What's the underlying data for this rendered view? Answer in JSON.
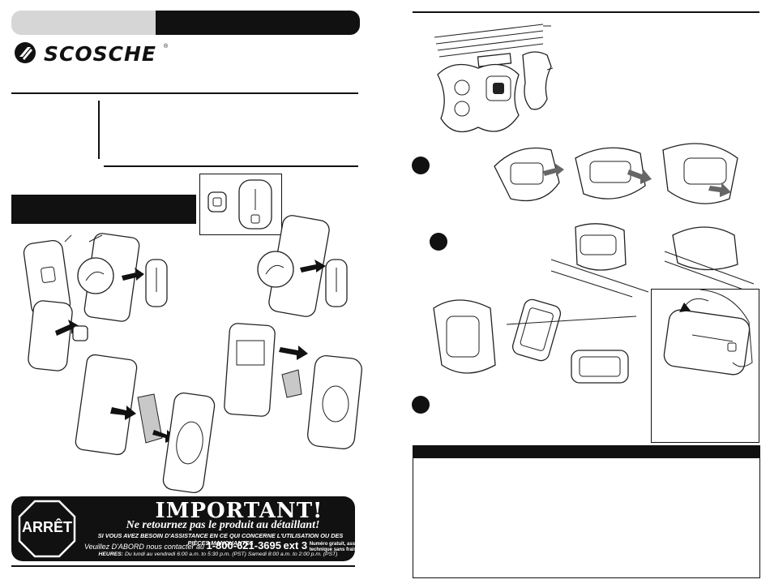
{
  "brand": {
    "name": "SCOSCHE",
    "trademark": "®"
  },
  "important": {
    "title": "IMPORTANT!",
    "stop_sign": "ARRÊT",
    "subtitle": "Ne retournez pas le produit au détaillant!",
    "line1": "SI VOUS AVEZ BESOIN D'ASSISTANCE EN CE QUI CONCERNE L'UTILISATION OU DES PIÈCES MANQUANTES",
    "contact_prefix": "Veuillez D'ABORD nous contacter au",
    "phone": "1-800-621-3695",
    "ext": "ext 3",
    "toll_free_1": "Numéro gratuit, assistance",
    "toll_free_2": "technique sans frais",
    "hours_label": "HEURES:",
    "hours": "Du lundi au vendredi  6:00 a.m. to 5:30 p.m. (PST)   Samedi  8:00 a.m. to 2:00 p.m. (PST)"
  },
  "colors": {
    "ink": "#111111",
    "grey_band": "#d6d6d6",
    "plate_grey": "#c8c8c8"
  },
  "icons": [
    "scosche-logo-icon",
    "stop-sign-icon",
    "step-1-icon",
    "step-2-icon",
    "step-3-icon"
  ]
}
